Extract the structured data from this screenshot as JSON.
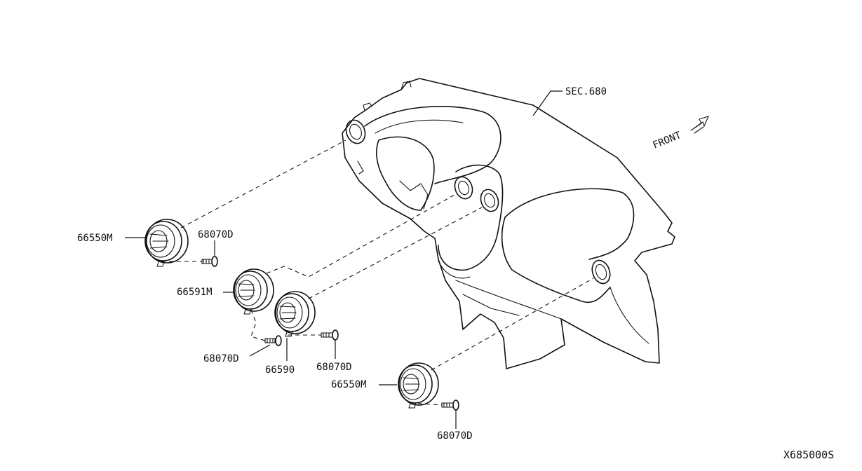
{
  "labels": {
    "sec": "SEC.680",
    "front": "FRONT",
    "vent_left": "66550M",
    "vent_center_left": "66591M",
    "vent_center": "66590",
    "vent_right": "66550M",
    "screw_1": "68070D",
    "screw_2": "68070D",
    "screw_3": "68070D",
    "screw_4": "68070D"
  },
  "diagram_ref": "X685000S"
}
